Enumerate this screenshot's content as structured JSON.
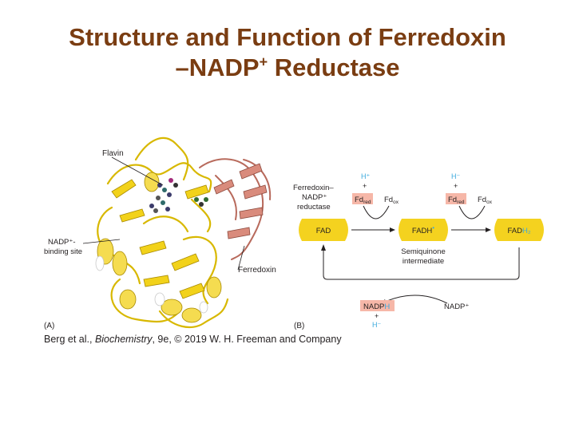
{
  "title": {
    "line1": "Structure and Function of Ferredoxin",
    "line2_pre": "–NADP",
    "line2_sup": "+",
    "line2_post": " Reductase"
  },
  "panel_a": {
    "label": "(A)",
    "flavin": "Flavin",
    "nadp_site_line1": "NADP⁺-",
    "nadp_site_line2": "binding site",
    "ferredoxin": "Ferredoxin"
  },
  "panel_b": {
    "label": "(B)",
    "enzyme_line1": "Ferredoxin–",
    "enzyme_line2": "NADP⁺",
    "enzyme_line3": "reductase",
    "fad1": "FAD",
    "fadh": "FADH",
    "fadh_dot": "•",
    "fad3": "FAD",
    "h2": "H₂",
    "semi_line1": "Semiquinone",
    "semi_line2": "intermediate",
    "hplus": "H⁺",
    "plus": "+",
    "fd": "Fd",
    "red": "red",
    "ox": "ox",
    "nadp": "NADP",
    "nadp_h": "H",
    "nadp_plus": "NADP⁺",
    "hminus": "H⁻"
  },
  "credit": {
    "pre": "Berg et al., ",
    "book": "Biochemistry",
    "post": ", 9e, © 2019 W. H. Freeman and Company"
  },
  "colors": {
    "title": "#7a3d12",
    "fad_box": "#f4d21f",
    "highlight": "#f6b7a8",
    "accent_blue": "#3aa9dd",
    "protein_yellow": "#f2d21a",
    "protein_salmon": "#d98b7c"
  }
}
